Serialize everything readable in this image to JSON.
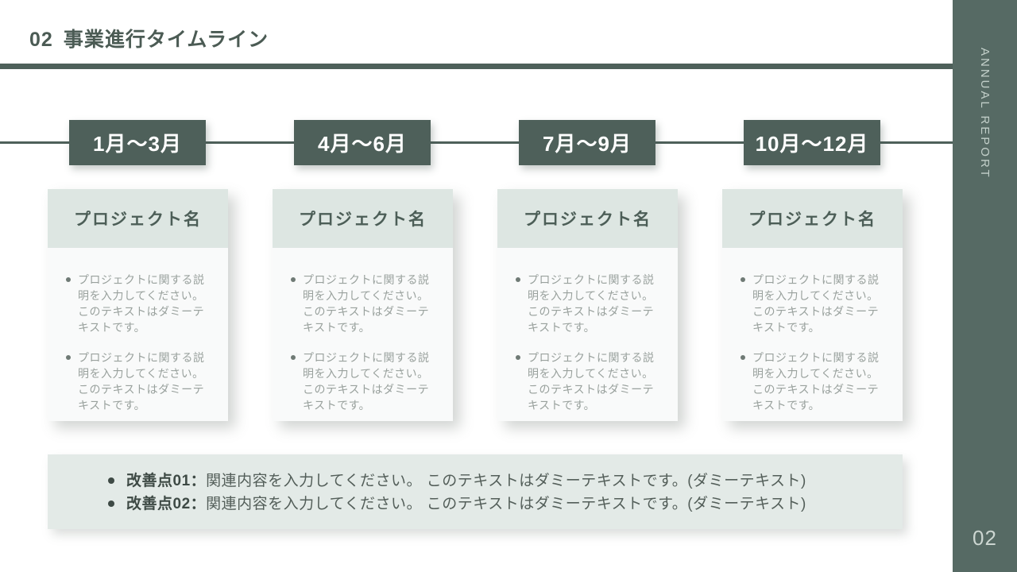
{
  "slide": {
    "title_number": "02",
    "title": "事業進行タイムライン"
  },
  "sidebar": {
    "vertical_label": "ANNUAL REPORT",
    "page_number": "02"
  },
  "timeline": {
    "periods": [
      "1月〜3月",
      "4月〜6月",
      "7月〜9月",
      "10月〜12月"
    ]
  },
  "cards": [
    {
      "title": "プロジェクト名",
      "bullets": [
        "プロジェクトに関する説明を入力してください。このテキストはダミーテキストです。",
        "プロジェクトに関する説明を入力してください。このテキストはダミーテキストです。"
      ]
    },
    {
      "title": "プロジェクト名",
      "bullets": [
        "プロジェクトに関する説明を入力してください。このテキストはダミーテキストです。",
        "プロジェクトに関する説明を入力してください。このテキストはダミーテキストです。"
      ]
    },
    {
      "title": "プロジェクト名",
      "bullets": [
        "プロジェクトに関する説明を入力してください。このテキストはダミーテキストです。",
        "プロジェクトに関する説明を入力してください。このテキストはダミーテキストです。"
      ]
    },
    {
      "title": "プロジェクト名",
      "bullets": [
        "プロジェクトに関する説明を入力してください。このテキストはダミーテキストです。",
        "プロジェクトに関する説明を入力してください。このテキストはダミーテキストです。"
      ]
    }
  ],
  "improvements": {
    "items": [
      {
        "label": "改善点01：",
        "text": "関連内容を入力してください。 このテキストはダミーテキストです。(ダミーテキスト)"
      },
      {
        "label": "改善点02：",
        "text": "関連内容を入力してください。 このテキストはダミーテキストです。(ダミーテキスト)"
      }
    ]
  },
  "colors": {
    "brand_dark": "#4E605A",
    "sidebar_bg": "#566A64",
    "card_header_bg": "#DDE6E2",
    "card_body_bg": "#F9FAFA",
    "panel_bg": "#E3EAE7",
    "title_text": "#4B5B54",
    "card_body_text": "#99A19D",
    "period_text": "#FFFFFF"
  }
}
